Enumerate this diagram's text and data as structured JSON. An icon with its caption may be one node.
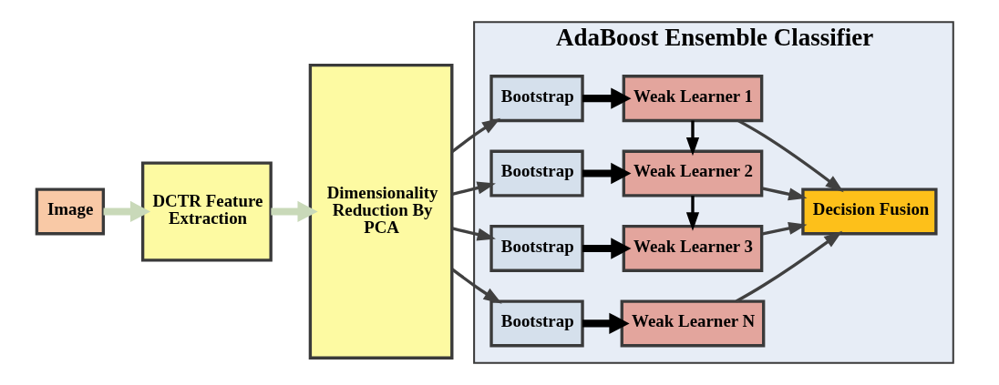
{
  "diagram": {
    "nodes": [
      {
        "text": [
          "Image"
        ]
      },
      {
        "text": [
          "DCTR Feature Extraction"
        ]
      },
      {
        "text": [
          "Dimensionality Reduction By PCA"
        ]
      },
      {
        "text": [
          "AdaBoost Ensemble Classifier"
        ]
      },
      {
        "text": [
          "Bootstrap"
        ],
        "in": 3
      },
      {
        "text": [
          "Weak Learner 1"
        ],
        "in": 3
      },
      {
        "text": [
          "Bootstrap"
        ],
        "in": 3
      },
      {
        "text": [
          "Weak Learner 2"
        ],
        "in": 3
      },
      {
        "text": [
          "Bootstrap"
        ],
        "in": 3
      },
      {
        "text": [
          "Weak Learner 3"
        ],
        "in": 3
      },
      {
        "text": [
          "Bootstrap"
        ],
        "in": 3
      },
      {
        "text": [
          "Weak Learner N"
        ],
        "in": 3
      },
      {
        "text": [
          "Decision Fusion"
        ],
        "in": 3
      }
    ],
    "edges": [
      {
        "from": 0,
        "to": 1,
        "arrow": "to",
        "style": "thick",
        "color": "#c9d9b9"
      },
      {
        "from": 1,
        "to": 2,
        "arrow": "to",
        "style": "thick",
        "color": "#c9d9b9"
      },
      {
        "from": 2,
        "to": 4,
        "arrow": "to"
      },
      {
        "from": 2,
        "to": 6,
        "arrow": "to"
      },
      {
        "from": 2,
        "to": 8,
        "arrow": "to"
      },
      {
        "from": 2,
        "to": 10,
        "arrow": "to"
      },
      {
        "from": 4,
        "to": 5,
        "arrow": "to",
        "style": "thick",
        "color": "#000000"
      },
      {
        "from": 6,
        "to": 7,
        "arrow": "to",
        "style": "thick",
        "color": "#000000"
      },
      {
        "from": 8,
        "to": 9,
        "arrow": "to",
        "style": "thick",
        "color": "#000000"
      },
      {
        "from": 10,
        "to": 11,
        "arrow": "to",
        "style": "thick",
        "color": "#000000"
      },
      {
        "from": 5,
        "to": 7,
        "arrow": "to",
        "color": "#000000"
      },
      {
        "from": 7,
        "to": 9,
        "arrow": "to",
        "color": "#000000"
      },
      {
        "from": 5,
        "to": 12,
        "arrow": "to"
      },
      {
        "from": 7,
        "to": 12,
        "arrow": "to"
      },
      {
        "from": 9,
        "to": 12,
        "arrow": "to"
      },
      {
        "from": 11,
        "to": 12,
        "arrow": "to"
      }
    ]
  }
}
